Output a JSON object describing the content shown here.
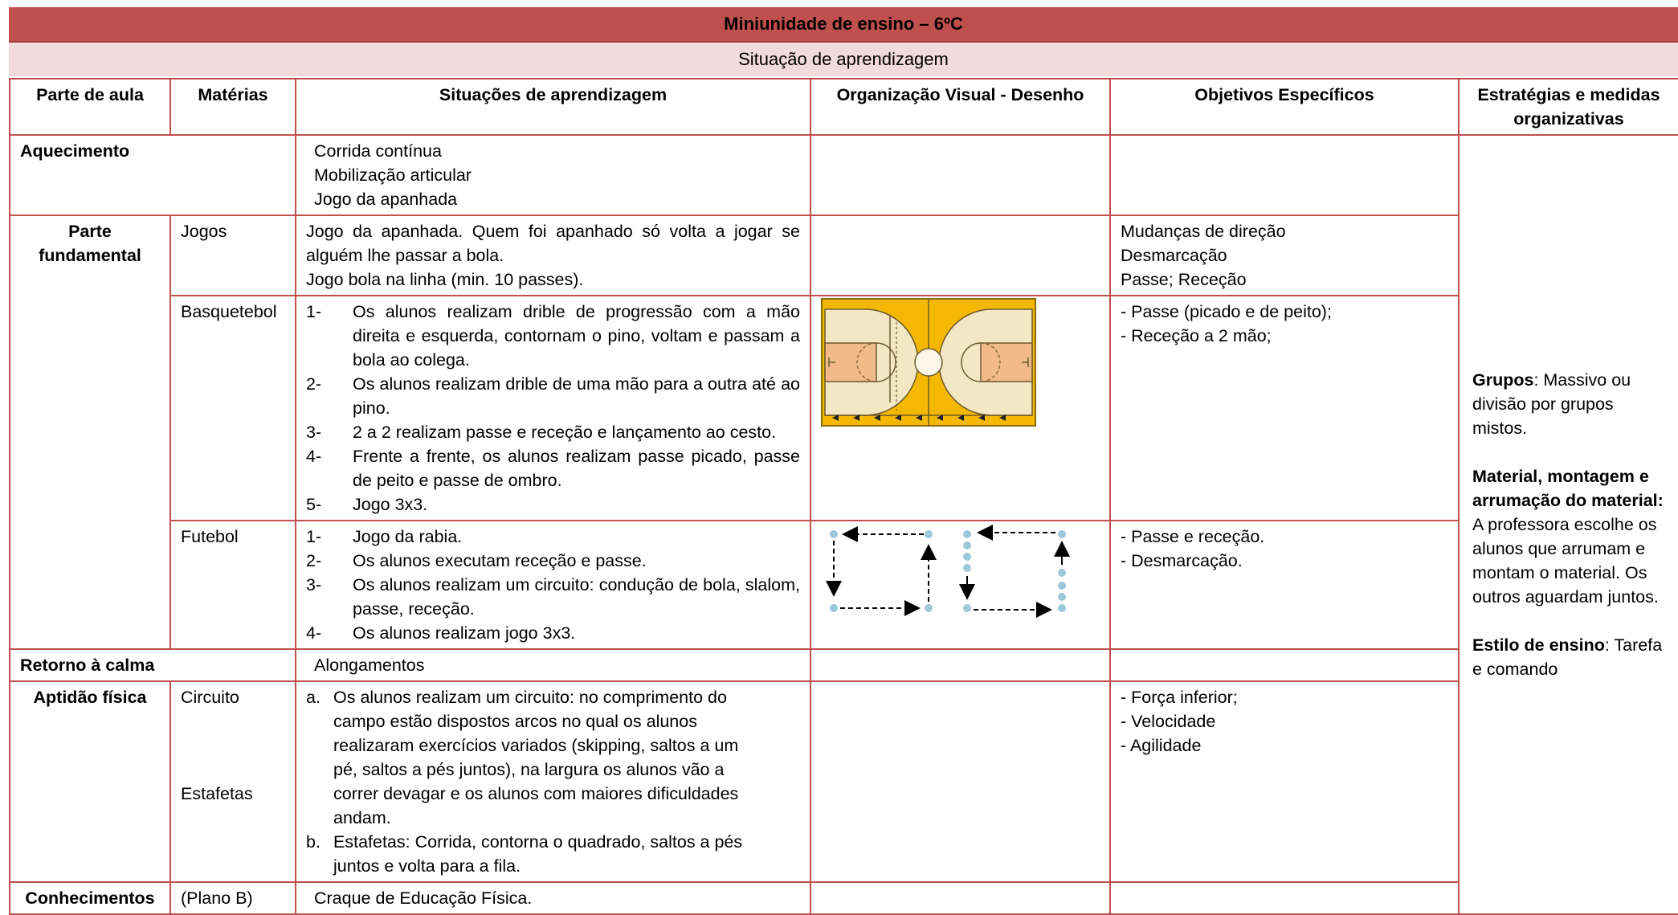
{
  "header": {
    "title": "Miniunidade de ensino – 6ºC",
    "subtitle": "Situação de aprendizagem"
  },
  "columns": {
    "parte": "Parte de aula",
    "materias": "Matérias",
    "situacoes": "Situações de aprendizagem",
    "organizacao": "Organização Visual - Desenho",
    "objetivos": "Objetivos Específicos",
    "estrategias": "Estratégias e medidas organizativas"
  },
  "rows": {
    "aquecimento": {
      "parte": "Aquecimento",
      "situacoes": [
        "Corrida contínua",
        "Mobilização articular",
        "Jogo da apanhada"
      ]
    },
    "fundamental": {
      "parte": "Parte fundamental",
      "jogos": {
        "materia": "Jogos",
        "situacoes": [
          "Jogo da apanhada. Quem foi apanhado só volta a jogar se alguém lhe passar a bola.",
          "Jogo bola na linha (min. 10 passes)."
        ],
        "objetivos": [
          "Mudanças de direção",
          "Desmarcação",
          "Passe; Receção"
        ]
      },
      "basquetebol": {
        "materia": "Basquetebol",
        "situacoes": [
          {
            "n": "1-",
            "t": "Os alunos realizam drible de progressão com a mão direita e esquerda, contornam o pino, voltam e passam a bola ao colega."
          },
          {
            "n": "2-",
            "t": "Os alunos realizam drible de uma mão para a outra até ao pino."
          },
          {
            "n": "3-",
            "t": "2 a 2 realizam passe e receção e lançamento ao cesto."
          },
          {
            "n": "4-",
            "t": "Frente a frente, os alunos realizam passe picado, passe de peito e passe de ombro."
          },
          {
            "n": "5-",
            "t": "Jogo 3x3."
          }
        ],
        "objetivos": [
          "- Passe (picado e de peito);",
          "- Receção a 2 mão;"
        ]
      },
      "futebol": {
        "materia": "Futebol",
        "situacoes": [
          {
            "n": "1-",
            "t": "Jogo da rabia."
          },
          {
            "n": "2-",
            "t": "Os alunos executam receção e passe."
          },
          {
            "n": "3-",
            "t": "Os alunos realizam um circuito: condução de bola, slalom, passe, receção."
          },
          {
            "n": "4-",
            "t": "Os alunos realizam jogo 3x3."
          }
        ],
        "objetivos": [
          "- Passe e receção.",
          "- Desmarcação."
        ]
      }
    },
    "retorno": {
      "parte": "Retorno à calma",
      "situacoes": "Alongamentos"
    },
    "aptidao": {
      "parte": "Aptidão física",
      "materia_1": "Circuito",
      "materia_2": "Estafetas",
      "situacoes": [
        {
          "n": "a.",
          "t": "Os alunos realizam um circuito: no comprimento do campo estão dispostos arcos no qual os alunos realizaram exercícios variados (skipping, saltos a um pé, saltos a pés juntos), na largura os alunos vão a correr devagar e os alunos com maiores dificuldades andam."
        },
        {
          "n": "b.",
          "t": "Estafetas: Corrida, contorna o quadrado, saltos a pés juntos e volta para a fila."
        }
      ],
      "objetivos": [
        "- Força inferior;",
        "- Velocidade",
        "- Agilidade"
      ]
    },
    "conhecimentos": {
      "parte": "Conhecimentos",
      "materia": "(Plano B)",
      "situacoes": "Craque de Educação Física."
    }
  },
  "estrategias": {
    "grupos_label": "Grupos",
    "grupos_text": ": Massivo ou divisão  por grupos mistos.",
    "material_label": "Material, montagem e arrumação do material:",
    "material_text": "A professora escolhe os alunos que arrumam e montam o material. Os outros aguardam juntos.",
    "estilo_label": "Estilo de ensino",
    "estilo_text": ": Tarefa e comando"
  },
  "colors": {
    "title_bg": "#c0504d",
    "subtitle_bg": "#f2dcdb",
    "border": "#c0504d",
    "court": "#f5b800",
    "court_zone": "#f3e7c4",
    "court_key": "#f2b989",
    "cone": "#9cc8da"
  }
}
